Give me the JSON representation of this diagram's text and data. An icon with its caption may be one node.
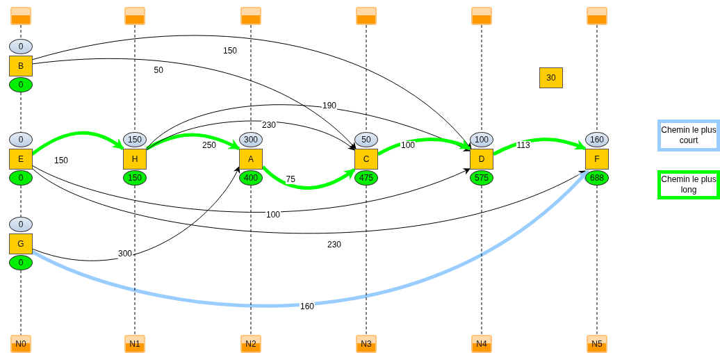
{
  "diagram": {
    "nodes": [
      {
        "text": [],
        "shape": "box"
      },
      {
        "text": [],
        "shape": "box"
      },
      {
        "text": [],
        "shape": "box"
      },
      {
        "text": [],
        "shape": "box"
      },
      {
        "text": [],
        "shape": "box"
      },
      {
        "text": [],
        "shape": "box"
      },
      {
        "text": [
          "0"
        ]
      },
      {
        "text": [
          "B"
        ]
      },
      {
        "text": [
          "0"
        ]
      },
      {
        "text": [
          "30"
        ]
      },
      {
        "text": [
          "0"
        ]
      },
      {
        "text": [
          "E"
        ]
      },
      {
        "text": [
          "0"
        ]
      },
      {
        "text": [
          "150"
        ]
      },
      {
        "text": [
          "H"
        ]
      },
      {
        "text": [
          "150"
        ]
      },
      {
        "text": [
          "300"
        ]
      },
      {
        "text": [
          "A"
        ]
      },
      {
        "text": [
          "400"
        ]
      },
      {
        "text": [
          "50"
        ]
      },
      {
        "text": [
          "C"
        ]
      },
      {
        "text": [
          "475"
        ]
      },
      {
        "text": [
          "100"
        ]
      },
      {
        "text": [
          "D"
        ]
      },
      {
        "text": [
          "575"
        ]
      },
      {
        "text": [
          "160"
        ]
      },
      {
        "text": [
          "F"
        ]
      },
      {
        "text": [
          "688"
        ]
      },
      {
        "text": [
          "0"
        ]
      },
      {
        "text": [
          "G"
        ]
      },
      {
        "text": [
          "0"
        ]
      },
      {
        "text": [
          "N0"
        ]
      },
      {
        "text": [
          "N1"
        ]
      },
      {
        "text": [
          "N2"
        ]
      },
      {
        "text": [
          "N3"
        ]
      },
      {
        "text": [
          "N4"
        ]
      },
      {
        "text": [
          "N5"
        ]
      }
    ],
    "edges": [
      {
        "from": 7,
        "to": 23,
        "arrow": "to",
        "label": "150"
      },
      {
        "from": 7,
        "to": 20,
        "arrow": "to",
        "label": "50"
      },
      {
        "from": 11,
        "to": 14,
        "arrow": "to",
        "label": "150",
        "style": "thick",
        "color": "#00ff00"
      },
      {
        "from": 14,
        "to": 17,
        "arrow": "to",
        "label": "250",
        "style": "thick",
        "color": "#00ff00"
      },
      {
        "from": 14,
        "to": 23,
        "arrow": "to",
        "label": "190"
      },
      {
        "from": 14,
        "to": 20,
        "arrow": "to",
        "label": "230"
      },
      {
        "from": 17,
        "to": 20,
        "arrow": "to",
        "label": "75",
        "style": "thick",
        "color": "#00ff00"
      },
      {
        "from": 20,
        "to": 23,
        "arrow": "to",
        "label": "100",
        "style": "thick",
        "color": "#00ff00"
      },
      {
        "from": 23,
        "to": 26,
        "arrow": "to",
        "label": "113",
        "style": "thick",
        "color": "#00ff00"
      },
      {
        "from": 11,
        "to": 23,
        "arrow": "to",
        "label": "100"
      },
      {
        "from": 11,
        "to": 26,
        "arrow": "to",
        "label": "230"
      },
      {
        "from": 29,
        "to": 17,
        "arrow": "to",
        "label": "300"
      },
      {
        "from": 29,
        "to": 26,
        "arrow": "to",
        "label": "160",
        "style": "thick",
        "color": "#99ccff"
      },
      {
        "from": 0,
        "to": 6,
        "arrow": "none",
        "style": "dashed"
      },
      {
        "from": 8,
        "to": 10,
        "arrow": "none",
        "style": "dashed"
      },
      {
        "from": 12,
        "to": 28,
        "arrow": "none",
        "style": "dashed"
      },
      {
        "from": 30,
        "to": 31,
        "arrow": "none",
        "style": "dashed"
      },
      {
        "from": 1,
        "to": 13,
        "arrow": "none",
        "style": "dashed"
      },
      {
        "from": 15,
        "to": 32,
        "arrow": "none",
        "style": "dashed"
      },
      {
        "from": 2,
        "to": 16,
        "arrow": "none",
        "style": "dashed"
      },
      {
        "from": 18,
        "to": 33,
        "arrow": "none",
        "style": "dashed"
      },
      {
        "from": 3,
        "to": 19,
        "arrow": "none",
        "style": "dashed"
      },
      {
        "from": 21,
        "to": 34,
        "arrow": "none",
        "style": "dashed"
      },
      {
        "from": 4,
        "to": 22,
        "arrow": "none",
        "style": "dashed"
      },
      {
        "from": 24,
        "to": 35,
        "arrow": "none",
        "style": "dashed"
      },
      {
        "from": 5,
        "to": 25,
        "arrow": "none",
        "style": "dashed"
      },
      {
        "from": 27,
        "to": 36,
        "arrow": "none",
        "style": "dashed"
      }
    ],
    "legend": [
      {
        "text": "Chemin le plus court",
        "color": "#99ccff"
      },
      {
        "text": "Chemin le plus long",
        "color": "#00ff00"
      }
    ]
  }
}
